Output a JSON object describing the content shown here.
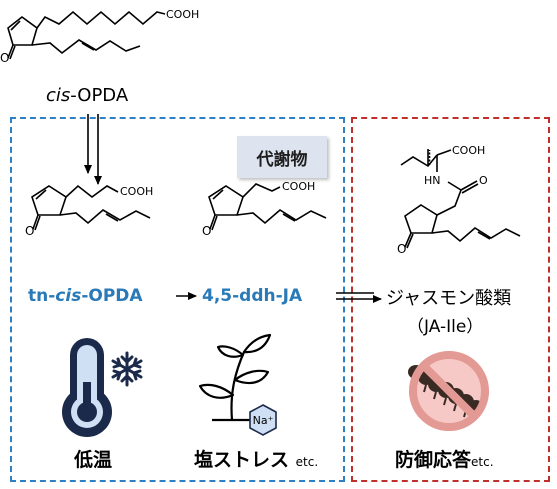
{
  "top_compound": {
    "name_italic": "cis",
    "name_rest": "-OPDA",
    "acid_group": "COOH",
    "ketone": "O"
  },
  "metabolite_badge": "代謝物",
  "tn_opda": {
    "prefix": "tn-",
    "italic": "cis",
    "suffix": "-OPDA",
    "acid_group": "COOH",
    "ketone": "O"
  },
  "ddh_ja": {
    "label": "4,5-ddh-JA",
    "acid_group": "COOH",
    "ketone": "O"
  },
  "ja_ile": {
    "label": "ジャスモン酸類",
    "sublabel": "（JA-Ile）",
    "acid_group": "COOH",
    "amide_nh": "HN",
    "amide_o": "O",
    "ketone": "O"
  },
  "conditions": {
    "cold": "低温",
    "salt": "塩ストレス",
    "salt_etc": "etc.",
    "defense": "防御応答",
    "defense_etc": "etc.",
    "sodium_ion": "Na⁺"
  },
  "colors": {
    "blue_box": "#2f7fc4",
    "red_box": "#c0302a",
    "label_blue": "#2a7ab8",
    "icon_dark": "#1b2a4a",
    "icon_light": "#cfe0f5"
  },
  "icons": [
    "thermometer-icon",
    "snowflake-icon",
    "plant-icon",
    "sodium-hexagon-icon",
    "no-caterpillar-icon"
  ]
}
